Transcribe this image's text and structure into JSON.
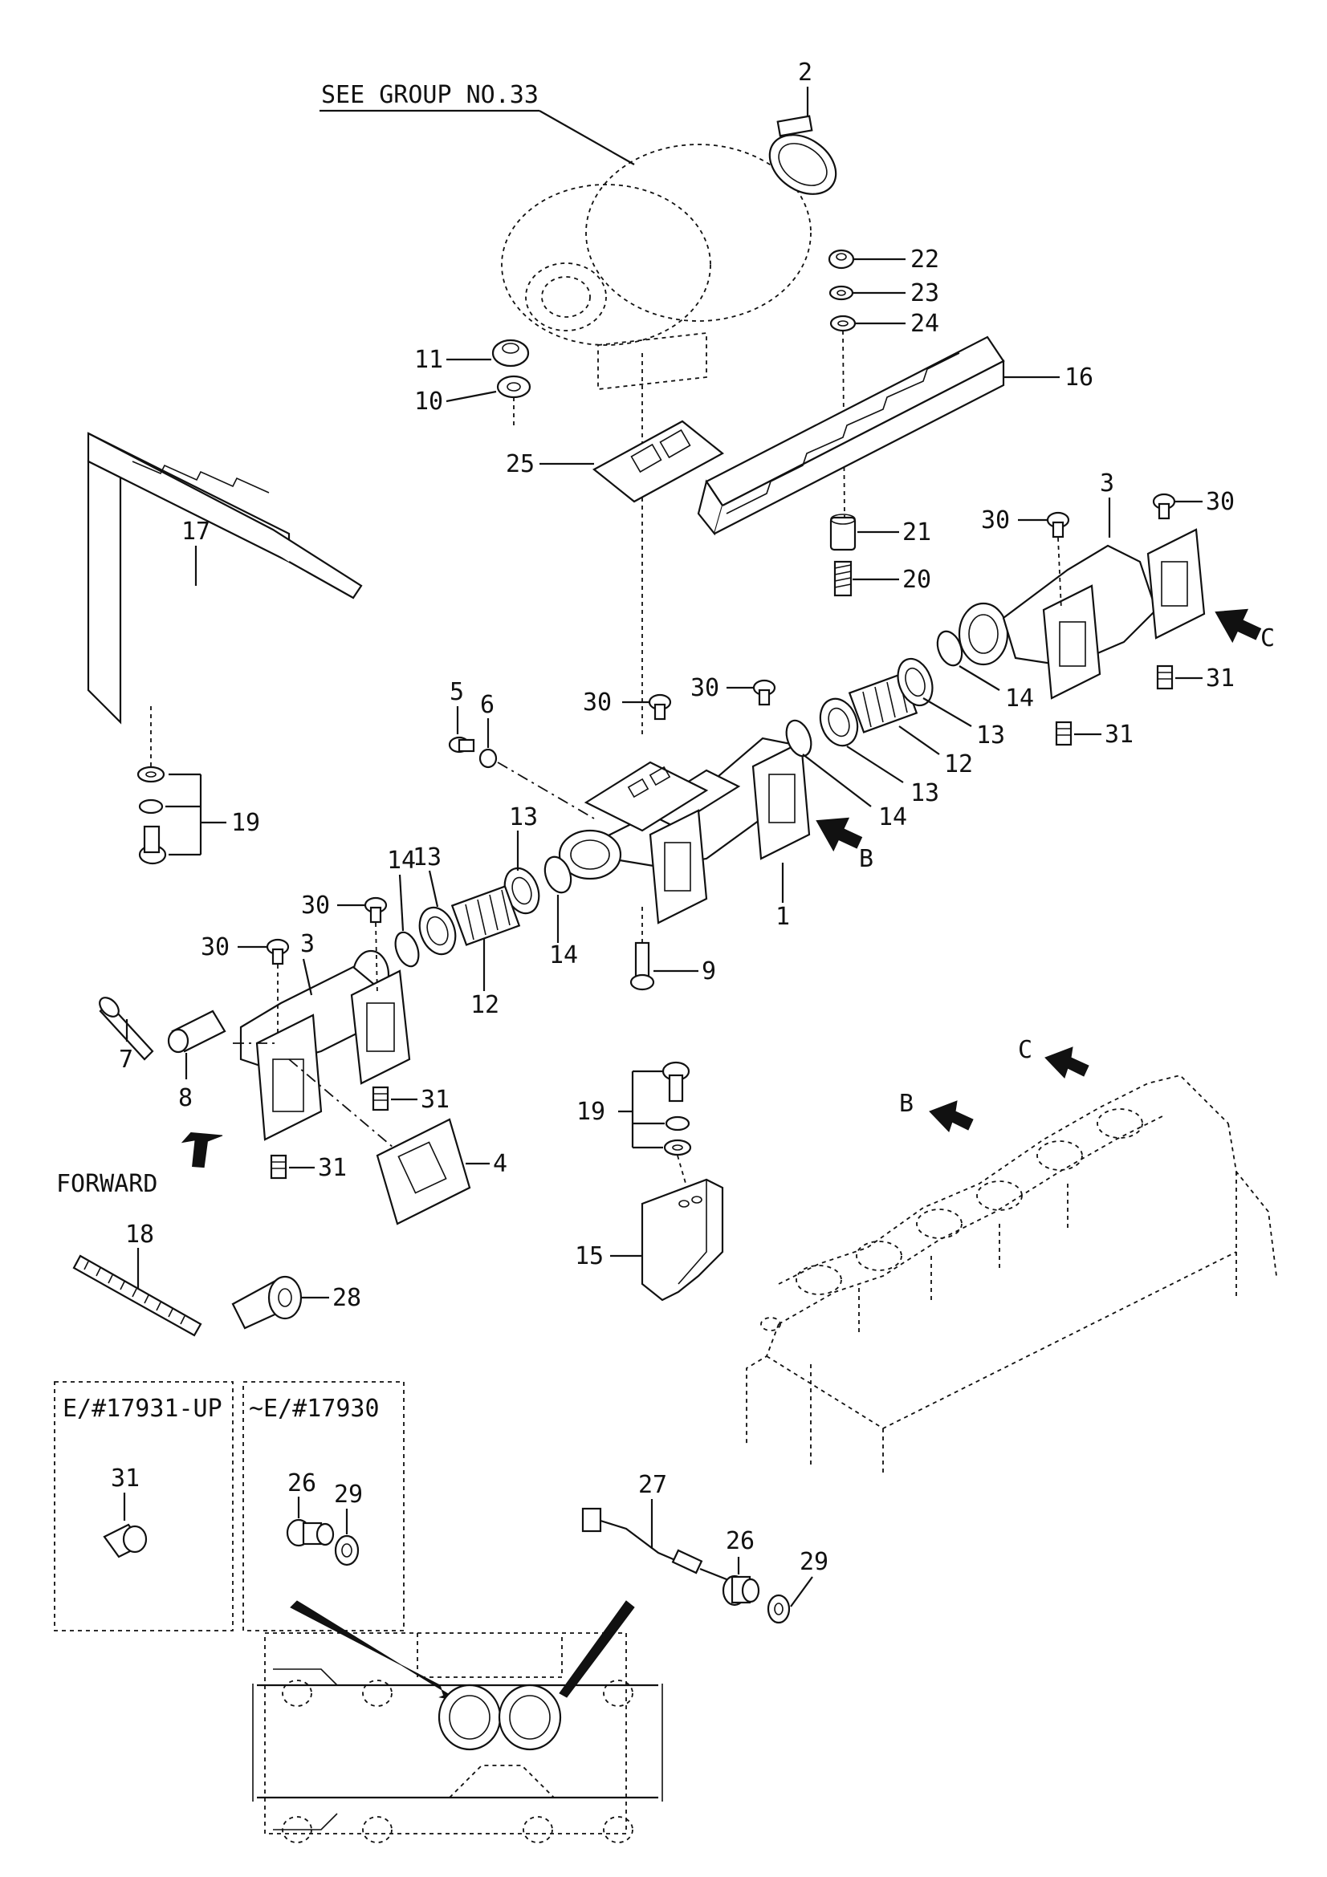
{
  "note": {
    "see_group": "SEE GROUP NO.33"
  },
  "labels": {
    "forward": "FORWARD",
    "view_b": "B",
    "view_c": "C",
    "box_left_title": "E/#17931-UP",
    "box_right_title": "~E/#17930"
  },
  "callouts": {
    "p1": "1",
    "p2": "2",
    "p3a": "3",
    "p3b": "3",
    "p4": "4",
    "p5": "5",
    "p6": "6",
    "p7": "7",
    "p8": "8",
    "p9": "9",
    "p10": "10",
    "p11": "11",
    "p12a": "12",
    "p12b": "12",
    "p13a": "13",
    "p13b": "13",
    "p13c": "13",
    "p13d": "13",
    "p14a": "14",
    "p14b": "14",
    "p14c": "14",
    "p14d": "14",
    "p15": "15",
    "p16": "16",
    "p17": "17",
    "p18": "18",
    "p19a": "19",
    "p19b": "19",
    "p20": "20",
    "p21": "21",
    "p22": "22",
    "p23": "23",
    "p24": "24",
    "p25": "25",
    "p26a": "26",
    "p26b": "26",
    "p27": "27",
    "p28": "28",
    "p29a": "29",
    "p29b": "29",
    "p30a": "30",
    "p30b": "30",
    "p30c": "30",
    "p30d": "30",
    "p30e": "30",
    "p30f": "30",
    "p31a": "31",
    "p31b": "31",
    "p31c": "31",
    "p31d": "31",
    "p31e": "31"
  }
}
